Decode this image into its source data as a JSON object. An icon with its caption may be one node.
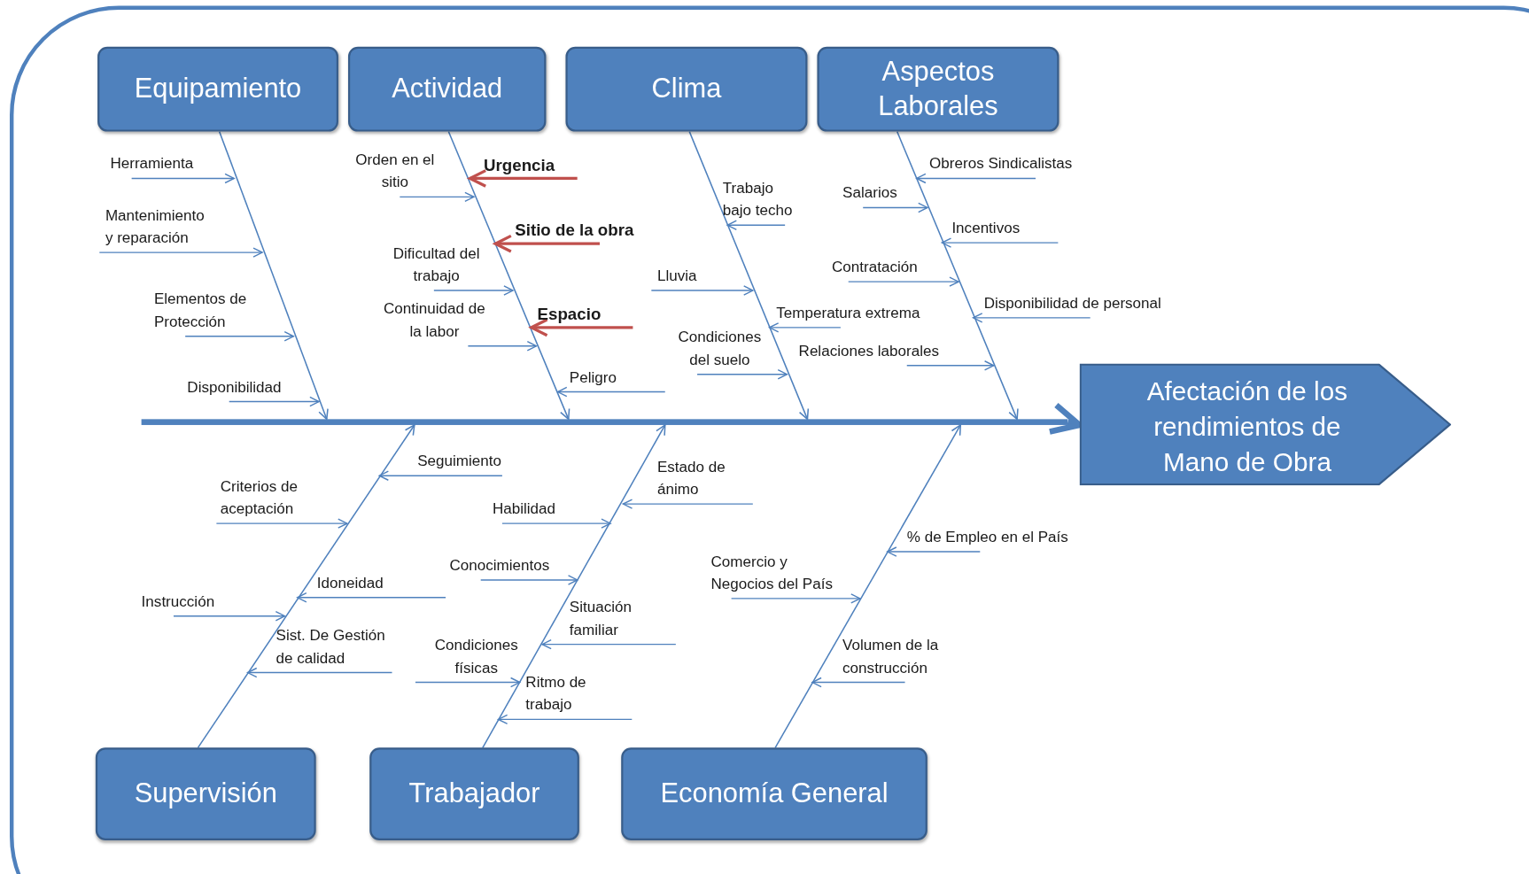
{
  "diagram": {
    "nodes": [
      {
        "text": [
          "Equipamiento"
        ]
      },
      {
        "text": [
          "Actividad"
        ]
      },
      {
        "text": [
          "Clima"
        ]
      },
      {
        "text": [
          "Aspectos Laborales"
        ]
      },
      {
        "text": [
          "Afectación de los rendimientos de Mano de Obra"
        ]
      },
      {
        "text": [
          "Supervisión"
        ]
      },
      {
        "text": [
          "Trabajador"
        ]
      },
      {
        "text": [
          "Economía General"
        ]
      },
      {
        "text": [],
        "shape": "bar"
      }
    ],
    "edges": [
      {
        "from": 8,
        "to": 4,
        "arrow": "to",
        "style": "thick"
      },
      {
        "from": 0,
        "to": 8,
        "arrow": "to"
      },
      {
        "from": 1,
        "to": 8,
        "arrow": "to"
      },
      {
        "from": 2,
        "to": 8,
        "arrow": "to"
      },
      {
        "from": 3,
        "to": 8,
        "arrow": "to"
      },
      {
        "from": 5,
        "to": 8,
        "arrow": "to"
      },
      {
        "from": 6,
        "to": 8,
        "arrow": "to"
      },
      {
        "from": 7,
        "to": 8,
        "arrow": "to"
      }
    ],
    "labels": [
      "Herramienta",
      "Mantenimiento y reparación",
      "Elementos de Protección",
      "Disponibilidad",
      "Orden en el sitio",
      "Urgencia",
      "Sitio de la obra",
      "Dificultad del trabajo",
      "Continuidad de la labor",
      "Espacio",
      "Peligro",
      "Trabajo bajo techo",
      "Lluvia",
      "Temperatura extrema",
      "Condiciones del suelo",
      "Obreros Sindicalistas",
      "Salarios",
      "Incentivos",
      "Contratación",
      "Disponibilidad de personal",
      "Relaciones laborales",
      "Seguimiento",
      "Criterios de aceptación",
      "Idoneidad",
      "Instrucción",
      "Sist. De Gestión de calidad",
      "Estado de ánimo",
      "Habilidad",
      "Conocimientos",
      "Situación familiar",
      "Condiciones físicas",
      "Ritmo de trabajo",
      "% de Empleo en el País",
      "Comercio y Negocios del País",
      "Volumen de la construcción"
    ]
  }
}
